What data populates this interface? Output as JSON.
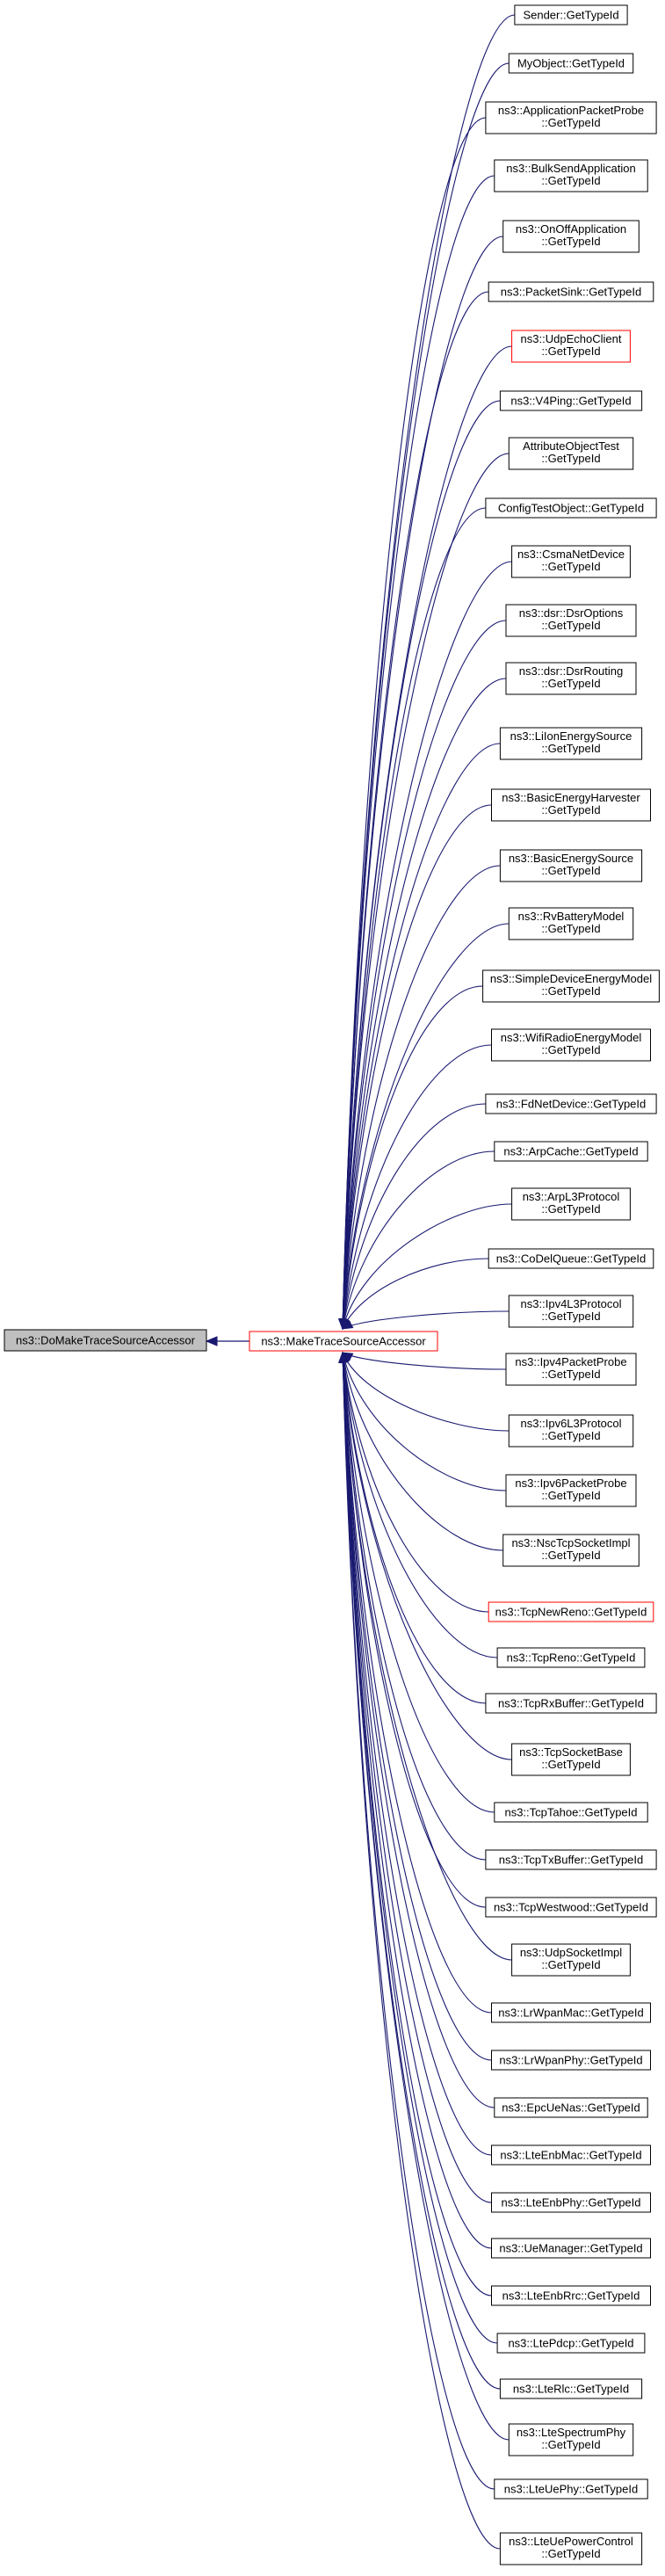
{
  "root": {
    "label": "ns3::DoMakeTraceSourceAccessor"
  },
  "center": {
    "label": "ns3::MakeTraceSourceAccessor"
  },
  "colors": {
    "edge": "#191970",
    "box_border": "#000000",
    "highlight_border": "#ff0000",
    "root_fill": "#bfbfbf",
    "background": "#ffffff"
  },
  "callers": [
    {
      "lines": [
        "Sender::GetTypeId"
      ]
    },
    {
      "lines": [
        "MyObject::GetTypeId"
      ]
    },
    {
      "lines": [
        "ns3::ApplicationPacketProbe",
        "::GetTypeId"
      ]
    },
    {
      "lines": [
        "ns3::BulkSendApplication",
        "::GetTypeId"
      ]
    },
    {
      "lines": [
        "ns3::OnOffApplication",
        "::GetTypeId"
      ]
    },
    {
      "lines": [
        "ns3::PacketSink::GetTypeId"
      ]
    },
    {
      "lines": [
        "ns3::UdpEchoClient",
        "::GetTypeId"
      ],
      "highlight": true
    },
    {
      "lines": [
        "ns3::V4Ping::GetTypeId"
      ]
    },
    {
      "lines": [
        "AttributeObjectTest",
        "::GetTypeId"
      ]
    },
    {
      "lines": [
        "ConfigTestObject::GetTypeId"
      ]
    },
    {
      "lines": [
        "ns3::CsmaNetDevice",
        "::GetTypeId"
      ]
    },
    {
      "lines": [
        "ns3::dsr::DsrOptions",
        "::GetTypeId"
      ]
    },
    {
      "lines": [
        "ns3::dsr::DsrRouting",
        "::GetTypeId"
      ]
    },
    {
      "lines": [
        "ns3::LiIonEnergySource",
        "::GetTypeId"
      ]
    },
    {
      "lines": [
        "ns3::BasicEnergyHarvester",
        "::GetTypeId"
      ]
    },
    {
      "lines": [
        "ns3::BasicEnergySource",
        "::GetTypeId"
      ]
    },
    {
      "lines": [
        "ns3::RvBatteryModel",
        "::GetTypeId"
      ]
    },
    {
      "lines": [
        "ns3::SimpleDeviceEnergyModel",
        "::GetTypeId"
      ]
    },
    {
      "lines": [
        "ns3::WifiRadioEnergyModel",
        "::GetTypeId"
      ]
    },
    {
      "lines": [
        "ns3::FdNetDevice::GetTypeId"
      ]
    },
    {
      "lines": [
        "ns3::ArpCache::GetTypeId"
      ]
    },
    {
      "lines": [
        "ns3::ArpL3Protocol",
        "::GetTypeId"
      ]
    },
    {
      "lines": [
        "ns3::CoDelQueue::GetTypeId"
      ]
    },
    {
      "lines": [
        "ns3::Ipv4L3Protocol",
        "::GetTypeId"
      ]
    },
    {
      "lines": [
        "ns3::Ipv4PacketProbe",
        "::GetTypeId"
      ]
    },
    {
      "lines": [
        "ns3::Ipv6L3Protocol",
        "::GetTypeId"
      ]
    },
    {
      "lines": [
        "ns3::Ipv6PacketProbe",
        "::GetTypeId"
      ]
    },
    {
      "lines": [
        "ns3::NscTcpSocketImpl",
        "::GetTypeId"
      ]
    },
    {
      "lines": [
        "ns3::TcpNewReno::GetTypeId"
      ],
      "highlight": true
    },
    {
      "lines": [
        "ns3::TcpReno::GetTypeId"
      ]
    },
    {
      "lines": [
        "ns3::TcpRxBuffer::GetTypeId"
      ]
    },
    {
      "lines": [
        "ns3::TcpSocketBase",
        "::GetTypeId"
      ]
    },
    {
      "lines": [
        "ns3::TcpTahoe::GetTypeId"
      ]
    },
    {
      "lines": [
        "ns3::TcpTxBuffer::GetTypeId"
      ]
    },
    {
      "lines": [
        "ns3::TcpWestwood::GetTypeId"
      ]
    },
    {
      "lines": [
        "ns3::UdpSocketImpl",
        "::GetTypeId"
      ]
    },
    {
      "lines": [
        "ns3::LrWpanMac::GetTypeId"
      ]
    },
    {
      "lines": [
        "ns3::LrWpanPhy::GetTypeId"
      ]
    },
    {
      "lines": [
        "ns3::EpcUeNas::GetTypeId"
      ]
    },
    {
      "lines": [
        "ns3::LteEnbMac::GetTypeId"
      ]
    },
    {
      "lines": [
        "ns3::LteEnbPhy::GetTypeId"
      ]
    },
    {
      "lines": [
        "ns3::UeManager::GetTypeId"
      ]
    },
    {
      "lines": [
        "ns3::LteEnbRrc::GetTypeId"
      ]
    },
    {
      "lines": [
        "ns3::LtePdcp::GetTypeId"
      ]
    },
    {
      "lines": [
        "ns3::LteRlc::GetTypeId"
      ]
    },
    {
      "lines": [
        "ns3::LteSpectrumPhy",
        "::GetTypeId"
      ]
    },
    {
      "lines": [
        "ns3::LteUePhy::GetTypeId"
      ]
    },
    {
      "lines": [
        "ns3::LteUePowerControl",
        "::GetTypeId"
      ]
    }
  ]
}
